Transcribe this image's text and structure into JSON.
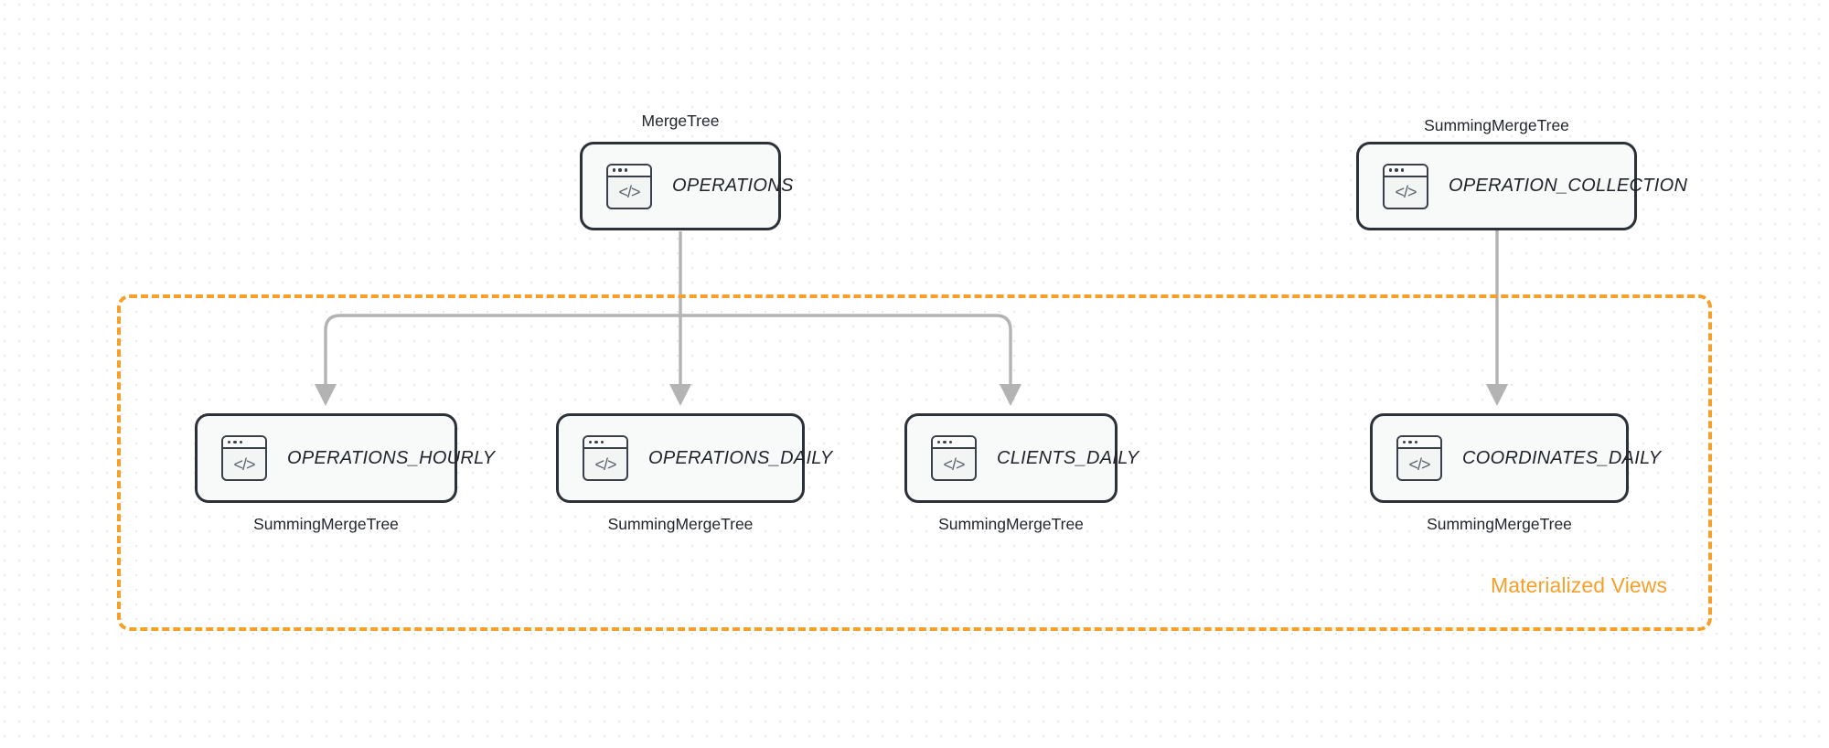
{
  "diagram": {
    "title": "ClickHouse table and materialized views topology",
    "colors": {
      "accent_orange": "#F6A02B",
      "node_border": "#2C3138",
      "node_fill": "#F8F9F9",
      "connector_gray": "#B3B3B3",
      "background": "#FFFFFF"
    },
    "group": {
      "label": "Materialized Views",
      "style": "dashed"
    },
    "source_nodes": [
      {
        "id": "operations",
        "name": "OPERATIONS",
        "engine": "MergeTree",
        "icon": "code-window-icon"
      },
      {
        "id": "operation_collection",
        "name": "OPERATION_COLLECTION",
        "engine": "SummingMergeTree",
        "icon": "code-window-icon"
      }
    ],
    "view_nodes": [
      {
        "id": "operations_hourly",
        "name": "OPERATIONS_HOURLY",
        "engine": "SummingMergeTree",
        "icon": "code-window-icon"
      },
      {
        "id": "operations_daily",
        "name": "OPERATIONS_DAILY",
        "engine": "SummingMergeTree",
        "icon": "code-window-icon"
      },
      {
        "id": "clients_daily",
        "name": "CLIENTS_DAILY",
        "engine": "SummingMergeTree",
        "icon": "code-window-icon"
      },
      {
        "id": "coordinates_daily",
        "name": "COORDINATES_DAILY",
        "engine": "SummingMergeTree",
        "icon": "code-window-icon"
      }
    ],
    "edges": [
      {
        "from": "operations",
        "to": "operations_hourly"
      },
      {
        "from": "operations",
        "to": "operations_daily"
      },
      {
        "from": "operations",
        "to": "clients_daily"
      },
      {
        "from": "operation_collection",
        "to": "coordinates_daily"
      }
    ],
    "icon_glyph": "</>"
  }
}
